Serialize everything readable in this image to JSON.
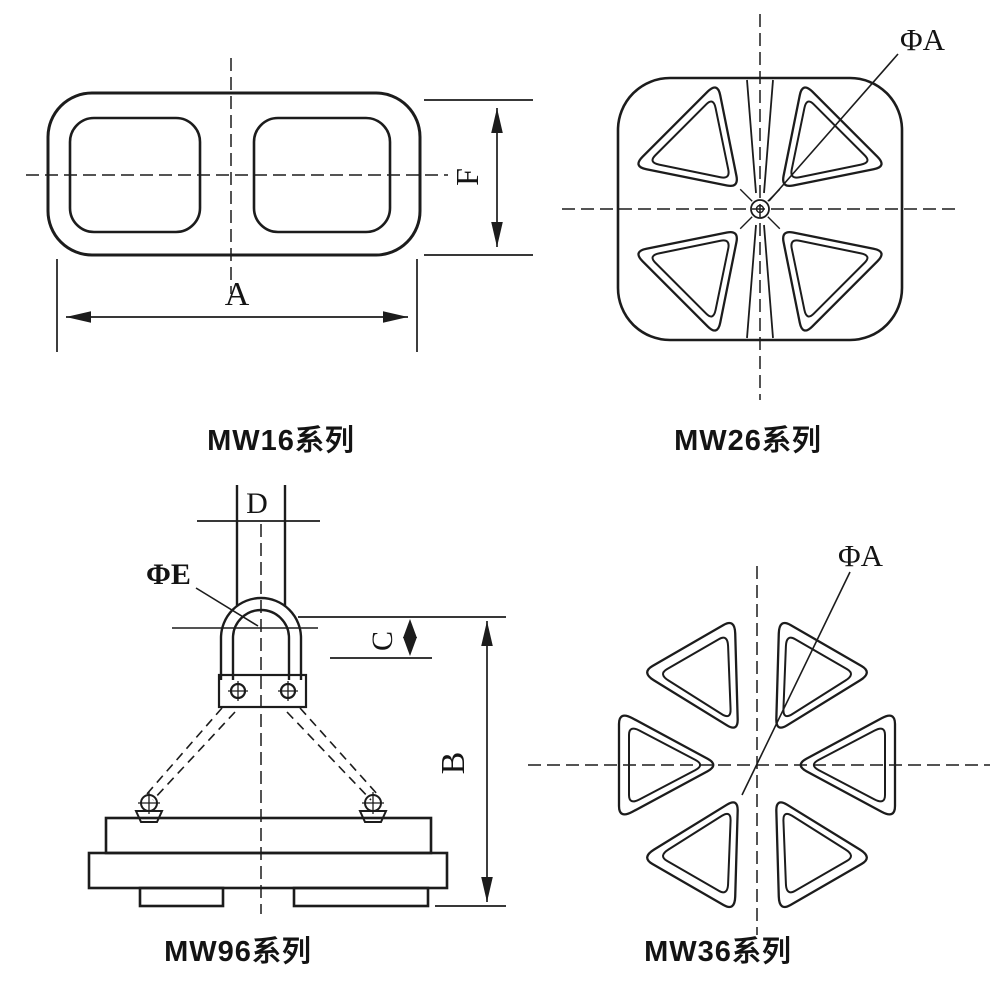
{
  "colors": {
    "ink": "#1c1c1c",
    "background": "#ffffff"
  },
  "figures": {
    "mw16": {
      "series_label": "MW16系列",
      "dim_width_label": "A",
      "dim_height_label": "F"
    },
    "mw26": {
      "series_label": "MW26系列",
      "hole_dim_label": "ΦA"
    },
    "mw96": {
      "series_label": "MW96系列",
      "stem_dim_label": "D",
      "eye_dim_label": "ΦE",
      "offset_dim_label": "C",
      "height_dim_label": "B"
    },
    "mw36": {
      "series_label": "MW36系列",
      "hole_dim_label": "ΦA"
    }
  }
}
